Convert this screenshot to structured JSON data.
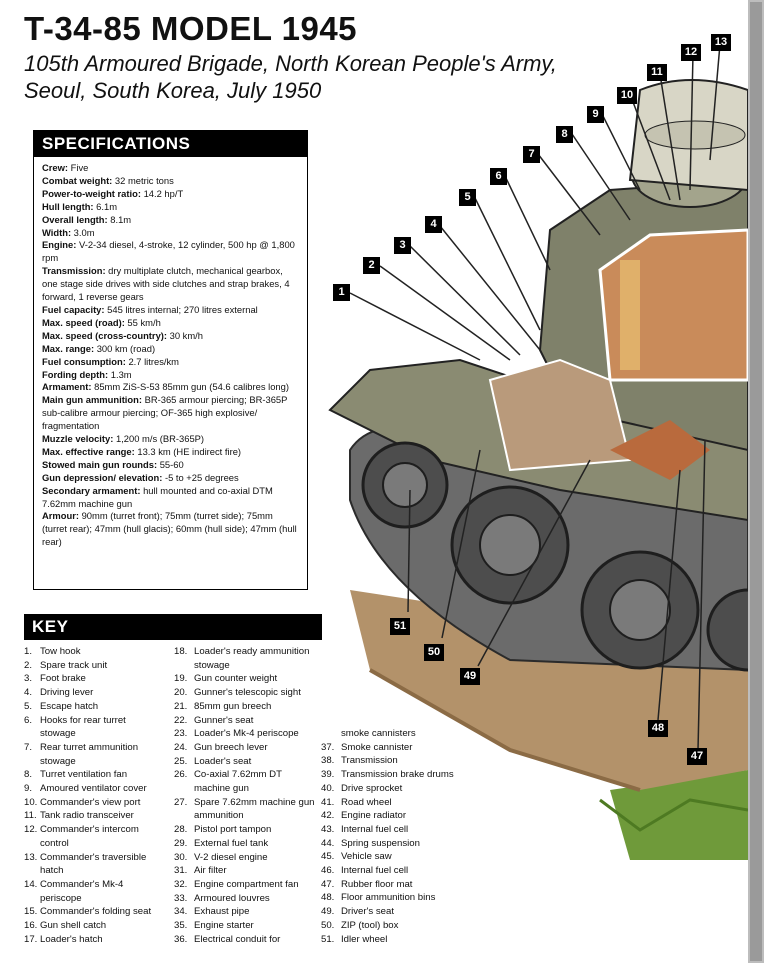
{
  "title": "T-34-85 MODEL 1945",
  "subtitle_line1": "105th Armoured Brigade, North Korean People's Army,",
  "subtitle_line2": "Seoul, South Korea, July 1950",
  "spec_heading": "SPECIFICATIONS",
  "specs": [
    {
      "k": "Crew:",
      "v": " Five"
    },
    {
      "k": "Combat weight:",
      "v": " 32 metric tons"
    },
    {
      "k": "Power-to-weight ratio:",
      "v": " 14.2 hp/T"
    },
    {
      "k": "Hull length:",
      "v": " 6.1m"
    },
    {
      "k": "Overall length:",
      "v": " 8.1m"
    },
    {
      "k": "Width:",
      "v": " 3.0m"
    },
    {
      "k": "Engine:",
      "v": " V-2-34 diesel, 4-stroke, 12 cylinder, 500 hp @ 1,800 rpm"
    },
    {
      "k": "Transmission:",
      "v": " dry multiplate clutch, mechanical gearbox, one stage side drives with side clutches and strap brakes, 4 forward, 1 reverse gears"
    },
    {
      "k": "Fuel capacity:",
      "v": " 545 litres internal; 270 litres external"
    },
    {
      "k": "Max. speed (road):",
      "v": " 55 km/h"
    },
    {
      "k": "Max. speed (cross-country):",
      "v": " 30 km/h"
    },
    {
      "k": "Max. range:",
      "v": " 300 km (road)"
    },
    {
      "k": "Fuel consumption:",
      "v": " 2.7 litres/km"
    },
    {
      "k": "Fording depth:",
      "v": " 1.3m"
    },
    {
      "k": "Armament:",
      "v": " 85mm ZiS-S-53 85mm gun (54.6 calibres long)"
    },
    {
      "k": "Main gun ammunition:",
      "v": " BR-365 armour piercing; BR-365P sub-calibre armour piercing; OF-365 high explosive/ fragmentation"
    },
    {
      "k": "Muzzle velocity:",
      "v": " 1,200 m/s (BR-365P)"
    },
    {
      "k": "Max. effective range:",
      "v": " 13.3 km (HE indirect fire)"
    },
    {
      "k": "Stowed main gun rounds:",
      "v": " 55-60"
    },
    {
      "k": "Gun depression/ elevation:",
      "v": " -5 to +25 degrees"
    },
    {
      "k": "Secondary armament:",
      "v": " hull mounted and co-axial DTM 7.62mm machine gun"
    },
    {
      "k": "Armour:",
      "v": " 90mm (turret front); 75mm (turret side); 75mm (turret rear); 47mm (hull glacis); 60mm (hull side); 47mm (hull rear)"
    }
  ],
  "key_heading": "KEY",
  "key_col1": [
    [
      "1.",
      "Tow hook"
    ],
    [
      "2.",
      "Spare track unit"
    ],
    [
      "3.",
      "Foot brake"
    ],
    [
      "4.",
      "Driving lever"
    ],
    [
      "5.",
      "Escape hatch"
    ],
    [
      "6.",
      "Hooks for rear turret"
    ],
    [
      "",
      "stowage"
    ],
    [
      "7.",
      "Rear turret ammunition"
    ],
    [
      "",
      "stowage"
    ],
    [
      "8.",
      "Turret ventilation fan"
    ],
    [
      "9.",
      "Amoured ventilator cover"
    ],
    [
      "10.",
      "Commander's view port"
    ],
    [
      "11.",
      "Tank radio transceiver"
    ],
    [
      "12.",
      "Commander's intercom"
    ],
    [
      "",
      "control"
    ],
    [
      "13.",
      "Commander's traversible"
    ],
    [
      "",
      "hatch"
    ],
    [
      "14.",
      "Commander's Mk-4"
    ],
    [
      "",
      "periscope"
    ],
    [
      "15.",
      "Commander's folding seat"
    ],
    [
      "16.",
      "Gun shell catch"
    ],
    [
      "17.",
      "Loader's hatch"
    ]
  ],
  "key_col2": [
    [
      "18.",
      "Loader's ready ammunition"
    ],
    [
      "",
      "stowage"
    ],
    [
      "19.",
      "Gun counter weight"
    ],
    [
      "20.",
      "Gunner's telescopic sight"
    ],
    [
      "21.",
      "85mm gun breech"
    ],
    [
      "22.",
      "Gunner's seat"
    ],
    [
      "23.",
      "Loader's Mk-4 periscope"
    ],
    [
      "24.",
      "Gun breech lever"
    ],
    [
      "25.",
      "Loader's seat"
    ],
    [
      "26.",
      "Co-axial 7.62mm DT"
    ],
    [
      "",
      "machine gun"
    ],
    [
      "27.",
      "Spare 7.62mm machine gun"
    ],
    [
      "",
      "ammunition"
    ],
    [
      "28.",
      "Pistol port tampon"
    ],
    [
      "29.",
      "External fuel tank"
    ],
    [
      "30.",
      "V-2 diesel engine"
    ],
    [
      "31.",
      "Air filter"
    ],
    [
      "32.",
      "Engine compartment fan"
    ],
    [
      "33.",
      "Armoured louvres"
    ],
    [
      "34.",
      "Exhaust pipe"
    ],
    [
      "35.",
      "Engine starter"
    ],
    [
      "36.",
      "Electrical conduit for"
    ]
  ],
  "key_col3": [
    [
      "",
      "smoke cannisters"
    ],
    [
      "37.",
      "Smoke cannister"
    ],
    [
      "38.",
      "Transmission"
    ],
    [
      "39.",
      "Transmission brake drums"
    ],
    [
      "40.",
      "Drive sprocket"
    ],
    [
      "41.",
      "Road wheel"
    ],
    [
      "42.",
      "Engine radiator"
    ],
    [
      "43.",
      "Internal fuel cell"
    ],
    [
      "44.",
      "Spring suspension"
    ],
    [
      "45.",
      "Vehicle saw"
    ],
    [
      "46.",
      "Internal fuel cell"
    ],
    [
      "47.",
      "Rubber floor mat"
    ],
    [
      "48.",
      "Floor ammunition bins"
    ],
    [
      "49.",
      "Driver's seat"
    ],
    [
      "50.",
      "ZIP (tool) box"
    ],
    [
      "51.",
      "Idler wheel"
    ]
  ],
  "callouts": [
    "1",
    "2",
    "3",
    "4",
    "5",
    "6",
    "7",
    "8",
    "9",
    "10",
    "11",
    "12",
    "13",
    "51",
    "50",
    "49",
    "48",
    "47"
  ]
}
